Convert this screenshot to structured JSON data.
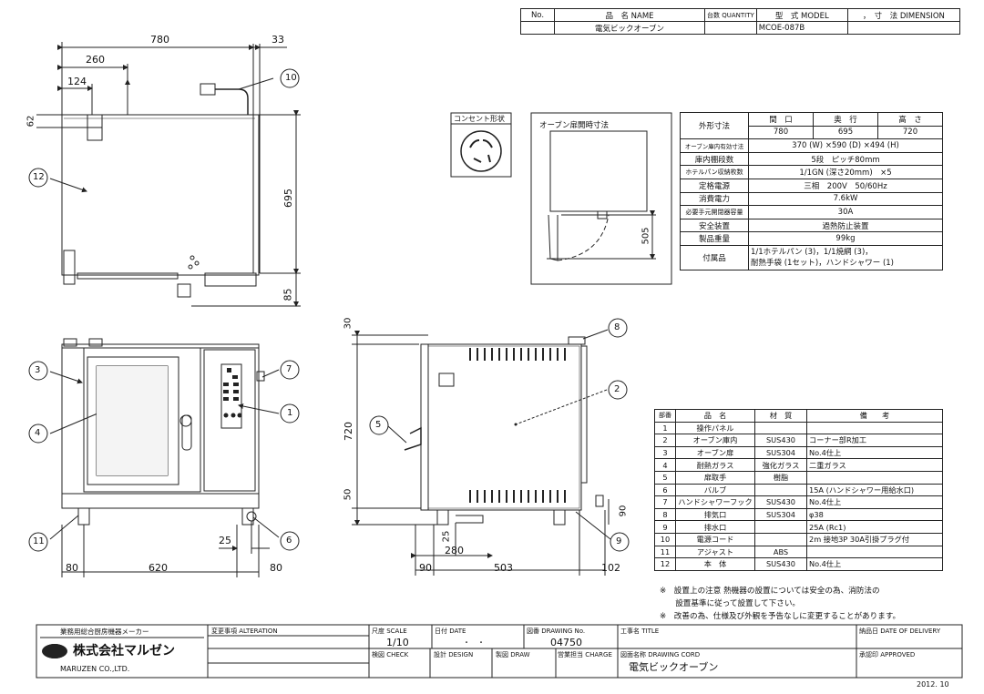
{
  "header_table": {
    "col_no": "No.",
    "col_name": "品　名 NAME",
    "col_qty": "台数 QUANTITY",
    "col_model": "型　式 MODEL",
    "col_dim": "，　寸　法 DIMENSION",
    "product_name": "電気ビックオーブン",
    "model": "MCOE-087B"
  },
  "plug_shape": {
    "title": "コンセント形状"
  },
  "door_open": {
    "title": "オーブン扉開時寸法",
    "dim": "505"
  },
  "top_view": {
    "dims": {
      "w780": "780",
      "w33": "33",
      "w260": "260",
      "w124": "124",
      "h62": "62",
      "h695": "695",
      "h85": "85"
    },
    "balloons": {
      "b10": "10",
      "b12": "12"
    }
  },
  "front_view": {
    "dims": {
      "w80a": "80",
      "w620": "620",
      "w80b": "80",
      "w25": "25"
    },
    "balloons": {
      "b3": "3",
      "b4": "4",
      "b7": "7",
      "b1": "1",
      "b11": "11",
      "b6": "6"
    }
  },
  "side_view": {
    "dims": {
      "h30": "30",
      "h720": "720",
      "h50": "50",
      "h25": "25",
      "w280": "280",
      "w90": "90",
      "w503": "503",
      "w102": "102",
      "h90": "90"
    },
    "balloons": {
      "b8": "8",
      "b2": "2",
      "b5": "5",
      "b9": "9"
    }
  },
  "spec_table": {
    "outer_label": "外形寸法",
    "col_w": "間　口",
    "col_d": "奥　行",
    "col_h": "高　さ",
    "val_w": "780",
    "val_d": "695",
    "val_h": "720",
    "rows": [
      {
        "label": "オーブン庫内有効寸法",
        "value": "370 (W) ×590 (D) ×494 (H)"
      },
      {
        "label": "庫内棚段数",
        "value": "5段　ピッチ80mm"
      },
      {
        "label": "ホテルパン収納枚数",
        "value": "1/1GN (深さ20mm)　×5"
      },
      {
        "label": "定格電源",
        "value": "三相　200V　50/60Hz"
      },
      {
        "label": "消費電力",
        "value": "7.6kW"
      },
      {
        "label": "必要手元開閉器容量",
        "value": "30A"
      },
      {
        "label": "安全装置",
        "value": "過熱防止装置"
      },
      {
        "label": "製品重量",
        "value": "99kg"
      }
    ],
    "accessory_label": "付属品",
    "accessory_line1": "1/1ホテルパン (3)，1/1焼網 (3)，",
    "accessory_line2": "耐熱手袋 (1セット)，ハンドシャワー (1)"
  },
  "parts_table": {
    "headers": {
      "no": "部番",
      "name": "品　名",
      "material": "材　質",
      "remarks": "備　　考"
    },
    "rows": [
      {
        "no": "1",
        "name": "操作パネル",
        "material": "",
        "remarks": ""
      },
      {
        "no": "2",
        "name": "オーブン庫内",
        "material": "SUS430",
        "remarks": "コーナー部R加工"
      },
      {
        "no": "3",
        "name": "オーブン扉",
        "material": "SUS304",
        "remarks": "No.4仕上"
      },
      {
        "no": "4",
        "name": "耐熱ガラス",
        "material": "強化ガラス",
        "remarks": "二重ガラス"
      },
      {
        "no": "5",
        "name": "扉取手",
        "material": "樹脂",
        "remarks": ""
      },
      {
        "no": "6",
        "name": "バルブ",
        "material": "",
        "remarks": "15A (ハンドシャワー用給水口)"
      },
      {
        "no": "7",
        "name": "ハンドシャワーフック",
        "material": "SUS430",
        "remarks": "No.4仕上"
      },
      {
        "no": "8",
        "name": "排気口",
        "material": "SUS304",
        "remarks": "φ38"
      },
      {
        "no": "9",
        "name": "排水口",
        "material": "",
        "remarks": "25A (Rc1)"
      },
      {
        "no": "10",
        "name": "電源コード",
        "material": "",
        "remarks": "2m 接地3P 30A引掛プラグ付"
      },
      {
        "no": "11",
        "name": "アジャスト",
        "material": "ABS",
        "remarks": ""
      },
      {
        "no": "12",
        "name": "本　体",
        "material": "SUS430",
        "remarks": "No.4仕上"
      }
    ]
  },
  "notes": [
    "※　設置上の注意 熱機器の設置については安全の為、消防法の",
    "　　設置基準に従って設置して下さい。",
    "※　改善の為、仕様及び外観を予告なしに変更することがあります。"
  ],
  "title_block": {
    "maker_tag": "業務用総合厨房機器メーカー",
    "company": "株式会社マルゼン",
    "company_en": "MARUZEN CO.,LTD.",
    "alteration": "変更事項 ALTERATION",
    "scale_label": "尺度 SCALE",
    "scale": "1/10",
    "date_label": "日付 DATE",
    "date_value": "・　・",
    "drawing_no_label": "図番 DRAWING No.",
    "drawing_no": "04750",
    "title_label": "工事名 TITLE",
    "delivery_label": "納品日 DATE OF DELIVERY",
    "check_label": "検図 CHECK",
    "design_label": "設計 DESIGN",
    "drawn_label": "製図 DRAW",
    "charge_label": "営業担当 CHARGE",
    "drawing_cord_label": "図面名称 DRAWING CORD",
    "drawing_name": "電気ビックオーブン",
    "approved_label": "承認印 APPROVED",
    "year": "2012. 10"
  }
}
